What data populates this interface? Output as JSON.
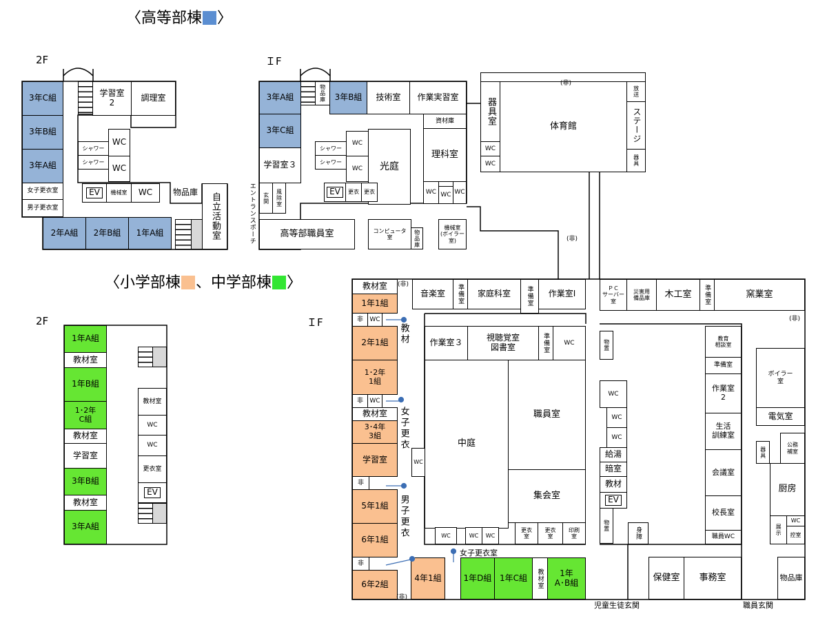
{
  "titles": {
    "high_school": "〈高等部棟",
    "high_school_end": "〉",
    "elem_mid": "〈小学部棟",
    "elem_mid_sep": "、中学部棟",
    "elem_mid_end": "〉"
  },
  "floors": {
    "hs_2f": "2F",
    "hs_1f": "ＩF",
    "em_2f": "2F",
    "em_1f": "ＩF"
  },
  "colors": {
    "high_school": "#95b3d7",
    "elementary": "#fac090",
    "junior_high": "#66e633",
    "door_dot": "#3c6eb4"
  },
  "hs2f": {
    "r3c": "3年C組",
    "r3b": "3年B組",
    "r3a": "3年A組",
    "girls_locker": "女子更衣室",
    "boys_locker": "男子更衣室",
    "study2": "学習室\n2",
    "cooking": "調理室",
    "shower1": "シャワー",
    "shower2": "シャワー",
    "wc1": "WC",
    "wc2": "WC",
    "ev": "EV",
    "machine": "機械室",
    "wc3": "WC",
    "storage": "物品庫",
    "activity": "自立活動室",
    "r2a": "2年A組",
    "r2b": "2年B組",
    "r1a": "1年A組"
  },
  "hs1f": {
    "r3a": "3年A組",
    "storage_small": "物品庫",
    "r3b": "3年B組",
    "tech": "技術室",
    "work": "作業実習室",
    "r3c": "3年C組",
    "material": "資材庫",
    "shower1": "シャワー",
    "shower2": "シャワー",
    "wc1": "WC",
    "wc2": "WC",
    "courtyard": "光庭",
    "science": "理科室",
    "study3": "学習室３",
    "ev": "EV",
    "lock1": "更衣",
    "lock2": "更衣",
    "wc3": "WC",
    "wc4": "WC",
    "wc5": "WC",
    "entrance_porch": "エントランスポーチ",
    "genkan": "玄関",
    "windbreak": "風除室",
    "staff": "高等部職員室",
    "computer": "コンピュータ\n室",
    "storage2": "物品庫",
    "boiler_machine": "機械室\n(ボイラー室)"
  },
  "gym": {
    "equipment": "器具室",
    "wc1": "WC",
    "wc2": "WC",
    "gym": "体育館",
    "broadcast": "放送",
    "stage": "ステージ",
    "gear": "器具",
    "emergency_top": "(非)"
  },
  "emergency_mid": "(非)",
  "em2f": {
    "jh1a": "1年A組",
    "mat1": "教材室",
    "jh1b": "1年B組",
    "jh12c": "1･2年\nC組",
    "mat2": "教材室",
    "study": "学習室",
    "jh3b": "3年B組",
    "mat3": "教材室",
    "jh3a": "3年A組",
    "mat4": "教材室",
    "wc1": "WC",
    "wc2": "WC",
    "locker": "更衣室",
    "ev": "EV"
  },
  "em1f": {
    "mat_top": "教材室",
    "emg_top": "(非)",
    "e1_1": "1年1組",
    "emg1": "非",
    "wc_a": "WC",
    "mat_v": "教材",
    "e2_1": "2年1組",
    "e12_1": "1･2年\n1組",
    "emg2": "非",
    "wc_b": "WC",
    "mat2": "教材室",
    "girls_v": "女子更衣",
    "e34_3": "3･4年\n3組",
    "study": "学習室",
    "emg3": "非",
    "boys_v": "男子更衣",
    "e5_1": "5年1組",
    "e6_1": "6年1組",
    "emg4": "非",
    "e6_2": "6年2組",
    "emg_bottom": "(非)",
    "music": "音楽室",
    "prep1": "準備室",
    "home_ec": "家庭科室",
    "prep2": "準備室",
    "work1": "作業室Ⅰ",
    "pc_server": "ＰＣ\nサーバー\n室",
    "disaster": "災害用\n備品庫",
    "woodwork": "木工室",
    "prep3": "準備室",
    "kiln": "窯業室",
    "emg_right": "(非)",
    "work3": "作業室３",
    "av_library": "視聴覚室\n図書室",
    "prep4": "準備室",
    "wc_c": "WC",
    "courtyard": "中庭",
    "staff_room": "職員室",
    "assembly": "集会室",
    "wc_d": "WC",
    "wc_e": "WC",
    "wc_f": "WC",
    "wc_g": "WC",
    "lock_a": "更衣\n室",
    "lock_b": "更衣\n室",
    "print": "印刷\n室",
    "girls_locker2": "女子更衣室",
    "e4_1": "4年1組",
    "jh1d": "1年D組",
    "jh1c": "1年C組",
    "mat_jh": "教材室",
    "jh1ab": "1年\nA･B組",
    "storage_r": "物置",
    "wc_h": "WC",
    "wc_i": "WC",
    "wc_j": "WC",
    "kyuto": "給湯",
    "dark": "暗室",
    "mat_r": "教材",
    "ev": "EV",
    "storage_r2": "物置",
    "disabled": "身障",
    "consult": "教育\n相談室",
    "prep5": "準備室",
    "work2": "作業室\n2",
    "life_training": "生活\n訓練室",
    "meeting": "会議室",
    "principal": "校長室",
    "staff_wc": "職員WC",
    "boiler": "ボイラー\n室",
    "electric": "電気室",
    "gear": "器具",
    "office_aux": "公務\n補室",
    "kitchen": "厨房",
    "display": "展示",
    "wc_k": "WC",
    "waiting": "控室",
    "nurse": "保健室",
    "office": "事務室",
    "storage_end": "物品庫",
    "student_entrance": "児童生徒玄関",
    "staff_entrance": "職員玄関"
  }
}
